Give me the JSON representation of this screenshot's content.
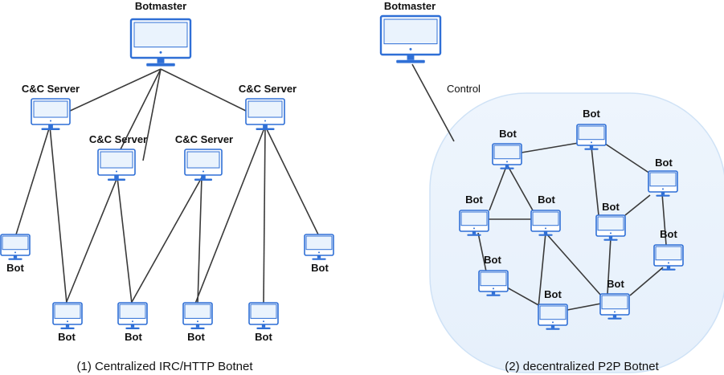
{
  "colors": {
    "monitor_stroke": "#2f6fd6",
    "monitor_fill": "#ffffff",
    "screen_fill": "#eaf3fd",
    "stand_fill": "#2f6fd6",
    "p2p_cloud_fill": "#eaf3fc",
    "p2p_cloud_stroke": "#cfe2f6",
    "edge": "#3a3a3a"
  },
  "icons": {
    "node": "monitor-icon"
  },
  "centralized": {
    "caption": "(1) Centralized IRC/HTTP Botnet",
    "botmaster_label": "Botmaster",
    "server_label": "C&C Server",
    "bot_label": "Bot"
  },
  "decentralized": {
    "caption": "(2) decentralized  P2P Botnet",
    "botmaster_label": "Botmaster",
    "control_label": "Control",
    "bot_label": "Bot"
  }
}
